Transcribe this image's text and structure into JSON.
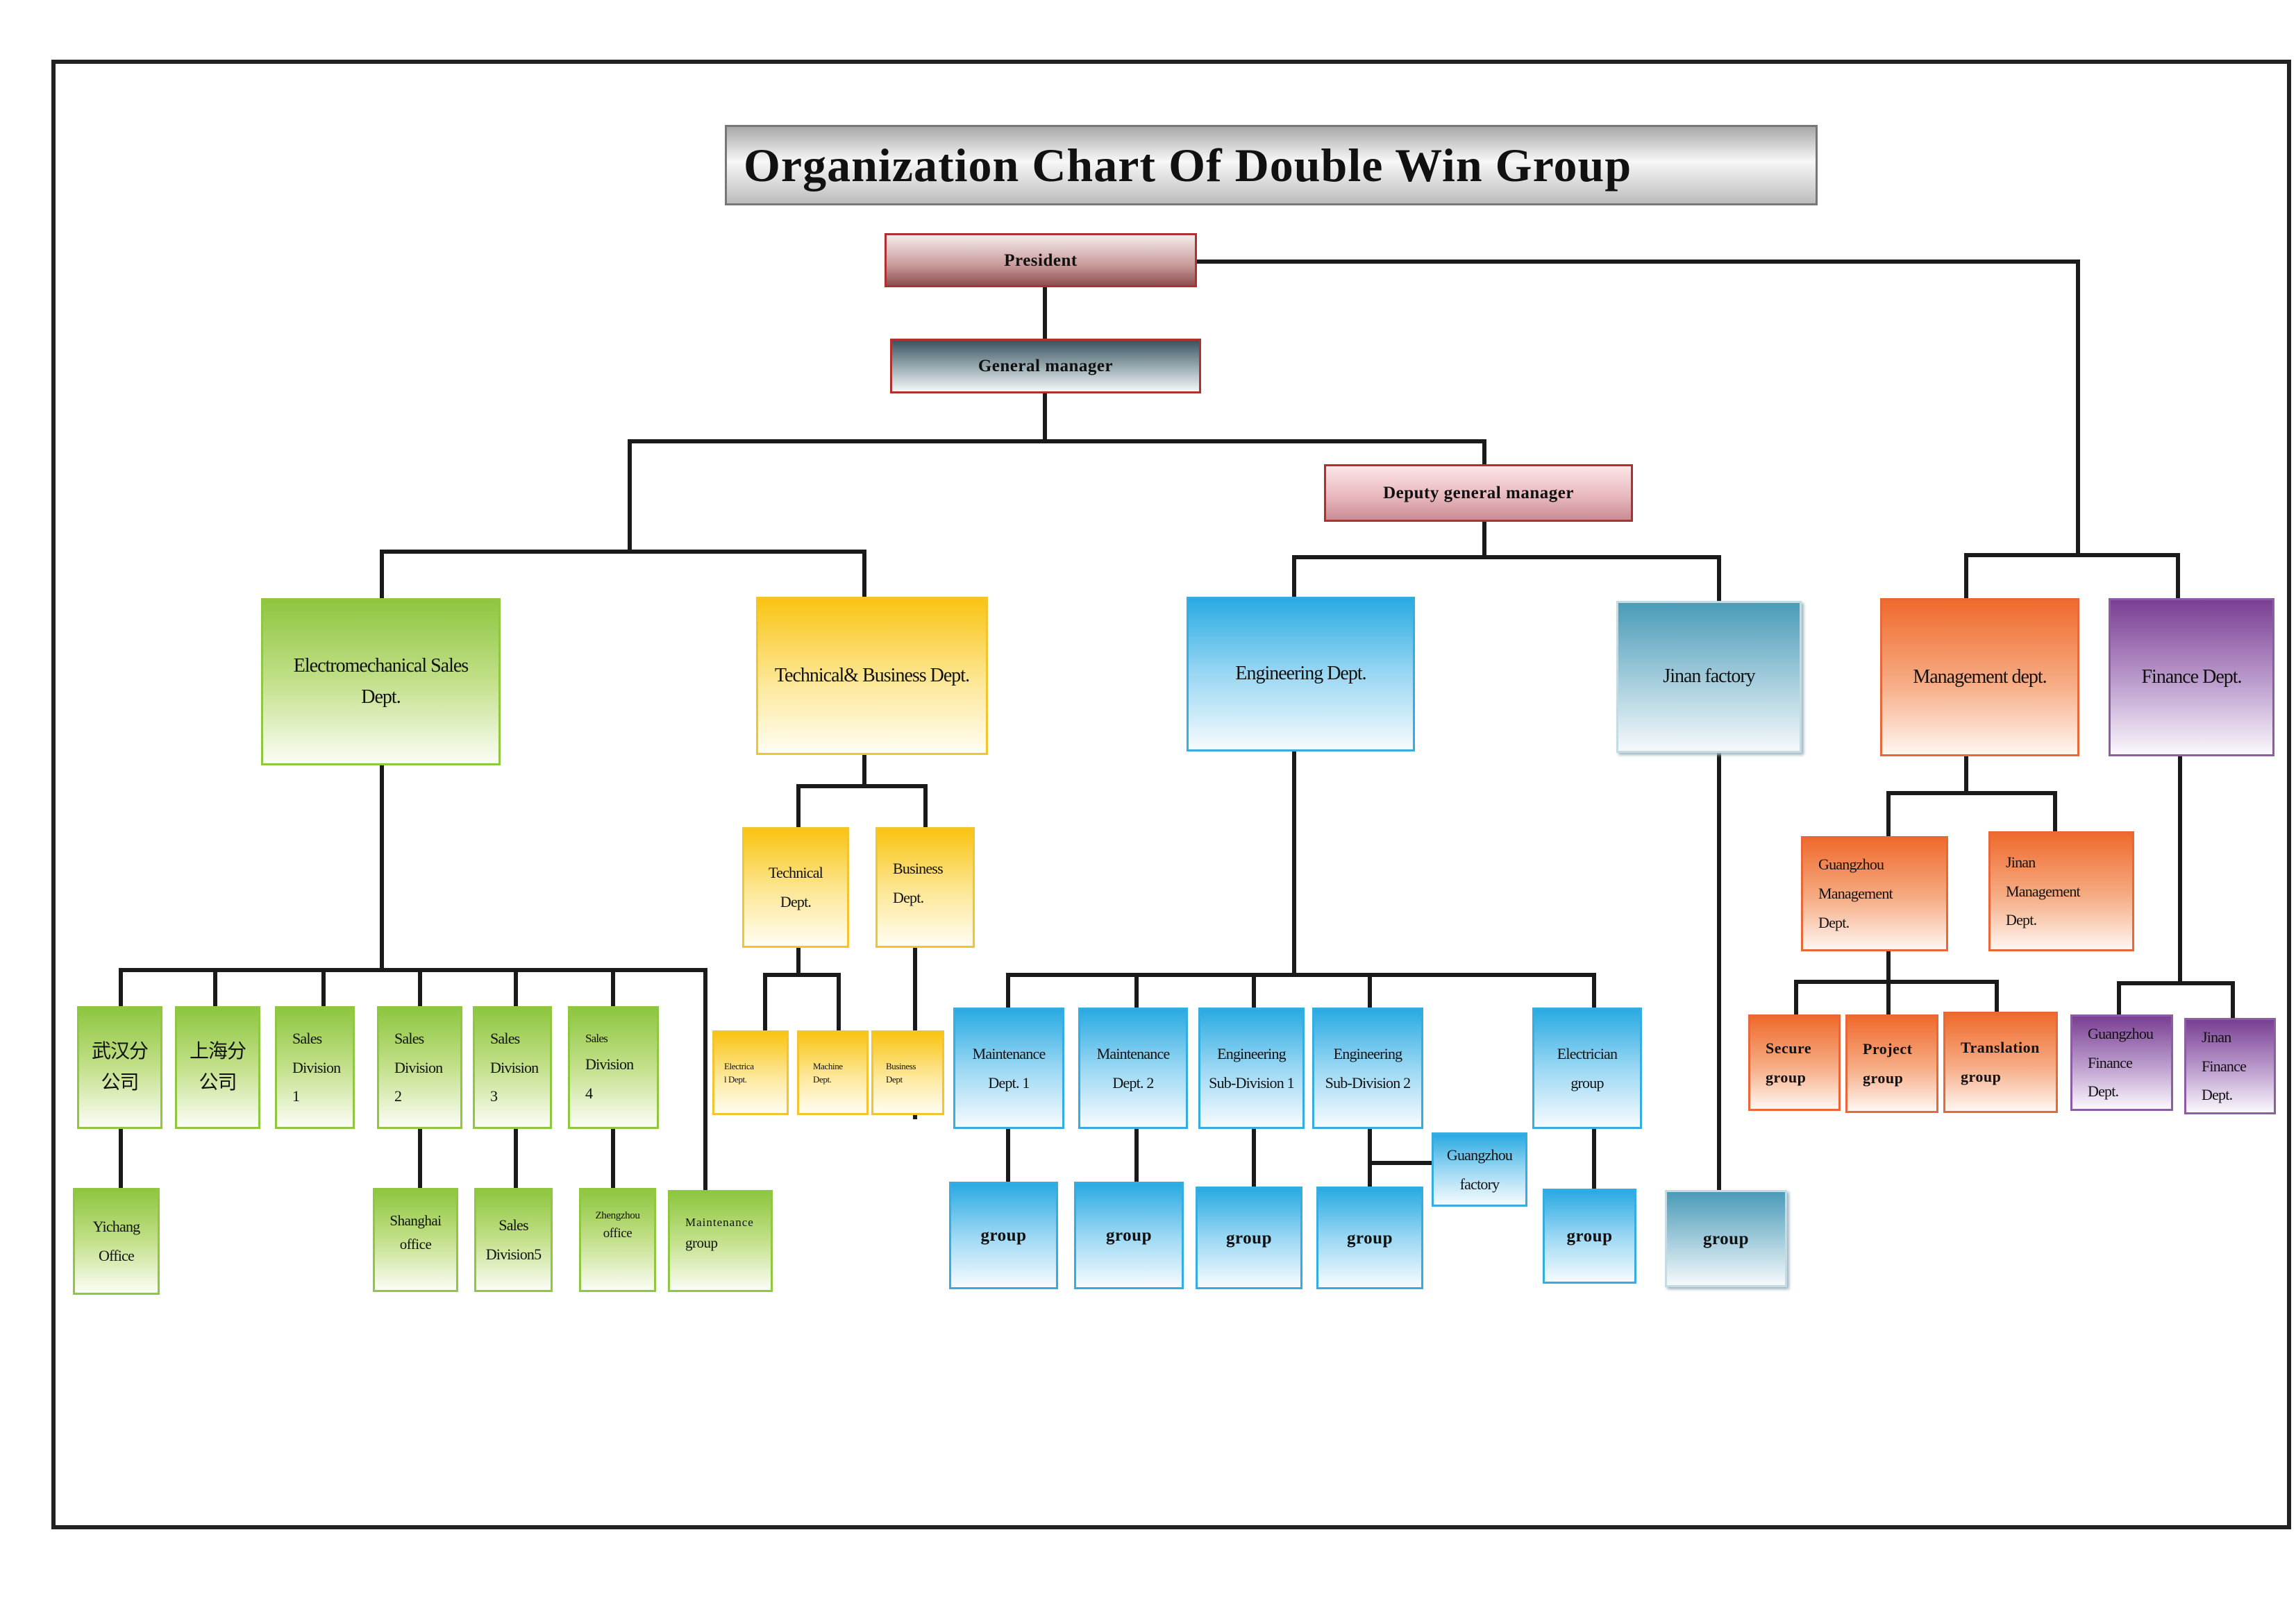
{
  "title": "Organization Chart Of Double Win Group",
  "executives": {
    "president": "President",
    "general_manager": "General manager",
    "deputy_general_manager": "Deputy general manager"
  },
  "departments": {
    "electromechanical_sales": [
      "Electromechanical  Sales",
      "Dept."
    ],
    "technical_business": [
      "Technical& Business Dept."
    ],
    "engineering": [
      "Engineering   Dept."
    ],
    "jinan_factory": [
      "Jinan   factory"
    ],
    "management": [
      "Management   dept."
    ],
    "finance": [
      "Finance Dept."
    ]
  },
  "sales_units": {
    "wuhan": [
      "武汉分",
      "公司"
    ],
    "shanghai": [
      "上海分",
      "公司"
    ],
    "division1": [
      "Sales",
      "Division",
      "1"
    ],
    "division2": [
      "Sales",
      "Division",
      "2"
    ],
    "division3": [
      "Sales",
      "Division",
      "3"
    ],
    "division4": [
      "Sales",
      "Division",
      "4"
    ],
    "yichang": [
      "Yichang",
      "Office"
    ],
    "shanghai_office": [
      "Shanghai",
      "office"
    ],
    "division5": [
      "Sales",
      "Division5"
    ],
    "zhengzhou_office": [
      "Zhengzhou",
      "office"
    ],
    "maintenance_group": [
      "Maintenance",
      "group"
    ]
  },
  "technical_units": {
    "technical": [
      "Technical",
      "Dept."
    ],
    "business": [
      "Business",
      "Dept."
    ],
    "electrical": [
      "Electrica",
      "l Dept."
    ],
    "machine": [
      "Machine",
      "Dept."
    ],
    "business_sub": [
      "Business",
      "Dept"
    ]
  },
  "engineering_units": {
    "maintenance1": [
      "Maintenance",
      "Dept.   1"
    ],
    "maintenance2": [
      "Maintenance",
      "Dept. 2"
    ],
    "subdivision1": [
      "Engineering",
      "Sub-Division 1"
    ],
    "subdivision2": [
      "Engineering",
      "Sub-Division 2"
    ],
    "electrician": [
      "Electrician",
      "group"
    ],
    "guangzhou_factory": [
      "Guangzhou",
      "factory"
    ],
    "group_label": "group"
  },
  "jinan_group": "group",
  "management_units": {
    "guangzhou_mgmt": [
      "Guangzhou",
      "Management",
      "Dept."
    ],
    "jinan_mgmt": [
      "Jinan",
      "Management",
      "Dept."
    ],
    "secure": [
      "Secure",
      "group"
    ],
    "project": [
      "Project",
      "group"
    ],
    "translation": [
      "Translation",
      "group"
    ]
  },
  "finance_units": {
    "guangzhou_finance": [
      "Guangzhou",
      "Finance",
      "Dept."
    ],
    "jinan_finance": [
      "Jinan",
      "Finance",
      "Dept."
    ]
  }
}
